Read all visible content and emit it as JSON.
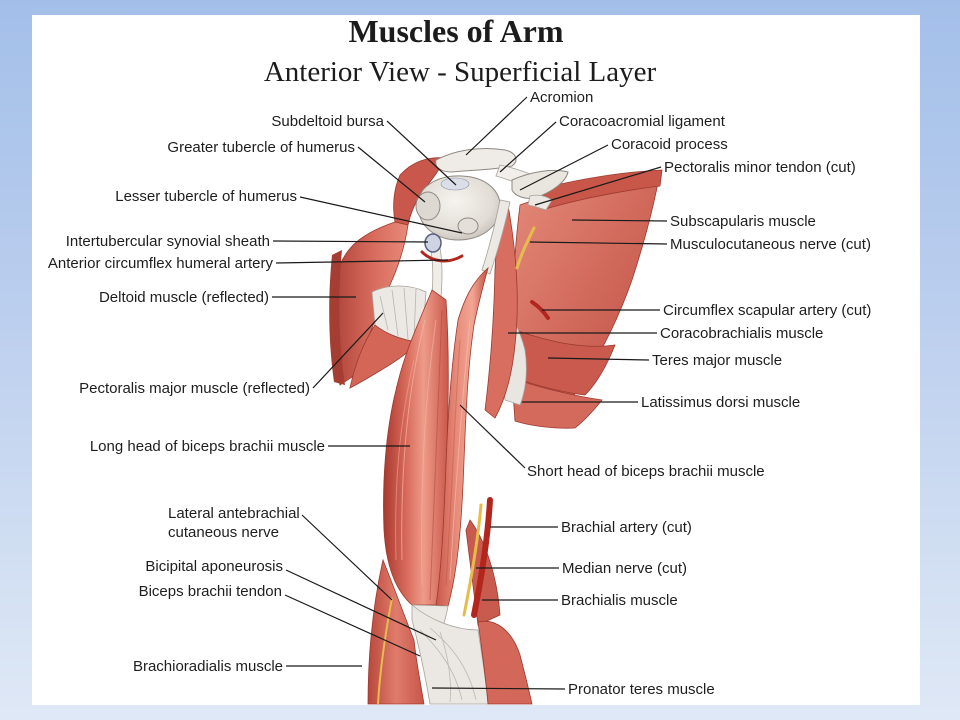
{
  "title": "Muscles of Arm",
  "subtitle": "Anterior View - Superficial Layer",
  "labels_left": {
    "subdeltoid_bursa": "Subdeltoid bursa",
    "greater_tubercle": "Greater tubercle of humerus",
    "lesser_tubercle": "Lesser tubercle of humerus",
    "intertubercular_sheath": "Intertubercular synovial sheath",
    "anterior_circumflex_artery": "Anterior circumflex humeral artery",
    "deltoid": "Deltoid muscle (reflected)",
    "pectoralis_major": "Pectoralis major muscle (reflected)",
    "long_head_biceps": "Long head of biceps brachii muscle",
    "lateral_antebrachial_nerve": [
      "Lateral antebrachial",
      "cutaneous nerve"
    ],
    "bicipital_aponeurosis": "Bicipital aponeurosis",
    "biceps_tendon": "Biceps brachii tendon",
    "brachioradialis": "Brachioradialis muscle"
  },
  "labels_right": {
    "acromion": "Acromion",
    "coracoacromial_ligament": "Coracoacromial ligament",
    "coracoid_process": "Coracoid process",
    "pectoralis_minor_tendon": "Pectoralis minor tendon (cut)",
    "subscapularis": "Subscapularis muscle",
    "musculocutaneous_nerve": "Musculocutaneous nerve (cut)",
    "circumflex_scapular_artery": "Circumflex scapular artery (cut)",
    "coracobrachialis": "Coracobrachialis muscle",
    "teres_major": "Teres major muscle",
    "latissimus_dorsi": "Latissimus dorsi muscle",
    "short_head_biceps": "Short head of biceps brachii muscle",
    "brachial_artery": "Brachial artery (cut)",
    "median_nerve": "Median nerve (cut)",
    "brachialis": "Brachialis muscle",
    "pronator_teres": "Pronator teres muscle"
  }
}
